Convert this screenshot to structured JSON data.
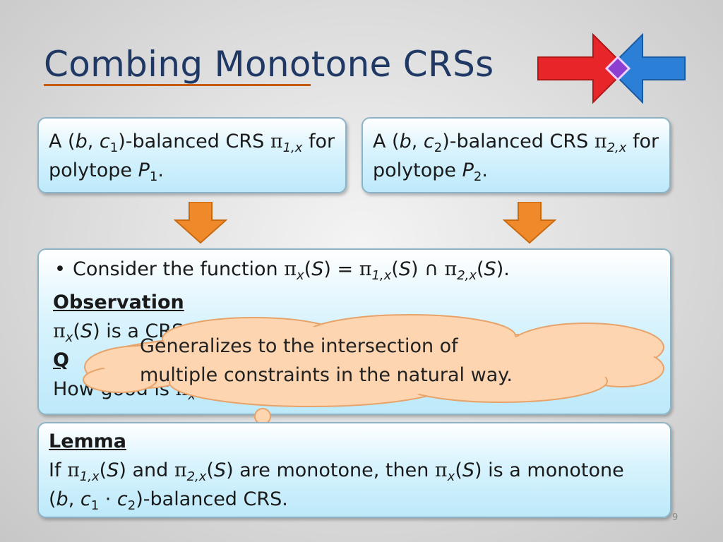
{
  "title": "Combing Monotone CRSs",
  "colors": {
    "title": "#1f3864",
    "underline": "#c55a11",
    "arrow": "#f0892a",
    "cloud": "#fdd5b0",
    "logo_red": "#e8262a",
    "logo_blue": "#2c7fd6"
  },
  "icons": {
    "logo": "crossing-red-blue-arrows-icon",
    "down_arrow": "orange-down-arrow-icon"
  },
  "box1": {
    "l1_a": "A (",
    "l1_b": "b",
    "l1_c": ", ",
    "l1_d": "c",
    "l1_e": "1",
    "l1_f": ")-balanced CRS ",
    "l1_pi": "π",
    "l1_sub": "1,x",
    "l1_g": " for",
    "l2_a": "polytope ",
    "l2_b": "P",
    "l2_sub": "1",
    "l2_c": "."
  },
  "box2": {
    "l1_a": "A (",
    "l1_b": "b",
    "l1_c": ", ",
    "l1_d": "c",
    "l1_e": "2",
    "l1_f": ")-balanced CRS ",
    "l1_pi": "π",
    "l1_sub": "2,x",
    "l1_g": " for",
    "l2_a": "polytope ",
    "l2_b": "P",
    "l2_sub": "2",
    "l2_c": "."
  },
  "mid": {
    "bullet_a": "Consider the function ",
    "pi": "π",
    "sub_x": "x",
    "bullet_b": "(",
    "S": "S",
    "bullet_c": ") = ",
    "sub_1x": "1,x",
    "bullet_d": ") ",
    "cap": "∩",
    "sub_2x": "2,x",
    "bullet_e": ").",
    "observation": "Observation",
    "obs_a": "(",
    "obs_b": ") is a CRS for P",
    "q": "Q",
    "how_a": "How good is ",
    "how_b": "(",
    "open": "("
  },
  "cloud": {
    "line1": "Generalizes to the intersection of",
    "line2": "multiple constraints in the natural way."
  },
  "lemma": {
    "heading": "Lemma",
    "l1_a": "If ",
    "pi": "π",
    "sub_1x": "1,x",
    "open": "(",
    "S": "S",
    "l1_b": ") and ",
    "sub_2x": "2,x",
    "l1_c": ") are monotone, then ",
    "sub_x": "x",
    "l1_d": ") is a monotone",
    "l2_a": "(",
    "b": "b",
    "l2_b": ", ",
    "c": "c",
    "one": "1",
    "dot": " · ",
    "two": "2",
    "l2_c": ")-balanced CRS."
  },
  "page_number": "9"
}
